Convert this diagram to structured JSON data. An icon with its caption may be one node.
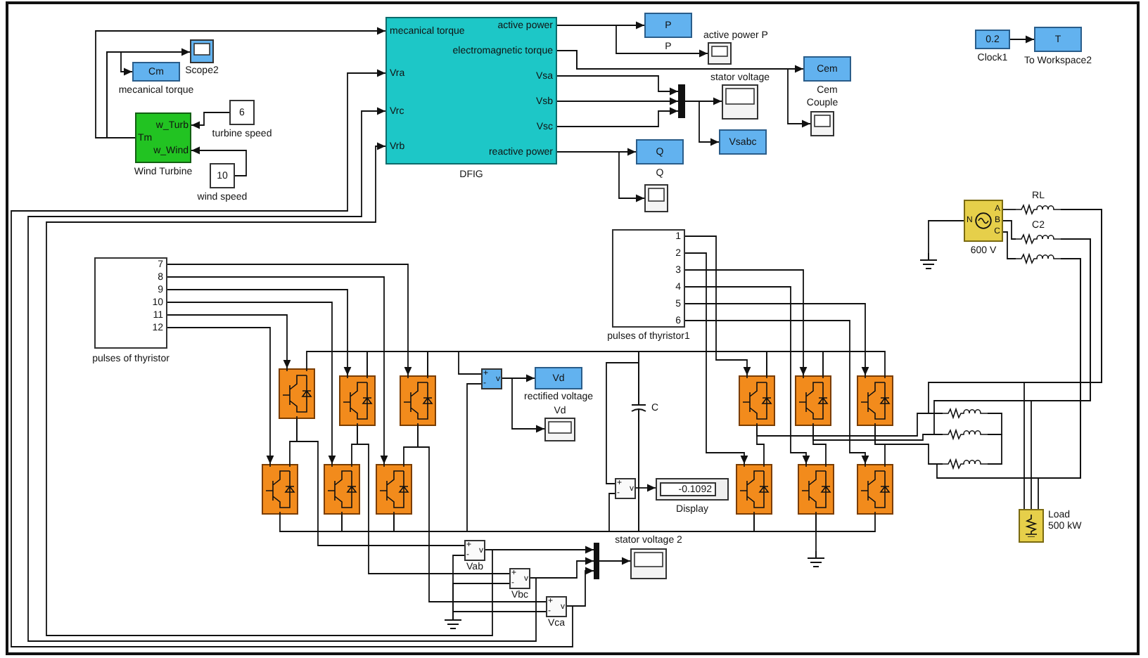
{
  "diagram": {
    "nodes": [
      {
        "text": [
          "Scope2"
        ]
      },
      {
        "text": [
          "Cm",
          "mecanical torque"
        ]
      },
      {
        "text": [
          "Tm",
          "w_Turb",
          "w_Wind",
          "Wind Turbine"
        ]
      },
      {
        "text": [
          "6",
          "turbine speed"
        ]
      },
      {
        "text": [
          "10",
          "wind speed"
        ]
      },
      {
        "text": [
          "mecanical torque",
          "Vra",
          "Vrc",
          "Vrb",
          "active power",
          "electromagnetic torque",
          "Vsa",
          "Vsb",
          "Vsc",
          "reactive power",
          "DFIG"
        ]
      },
      {
        "text": [
          "P",
          "P"
        ]
      },
      {
        "text": [
          "active power P"
        ]
      },
      {
        "text": [
          "Cem",
          "Cem"
        ]
      },
      {
        "text": [
          "Couple"
        ]
      },
      {
        "text": [],
        "shape": "bar"
      },
      {
        "text": [
          "stator voltage"
        ]
      },
      {
        "text": [
          "Vsabc"
        ]
      },
      {
        "text": [
          "Q",
          "Q"
        ]
      },
      {
        "text": [],
        "shape": "box"
      },
      {
        "text": [
          "0.2",
          "Clock1"
        ]
      },
      {
        "text": [
          "T",
          "To Workspace2"
        ]
      },
      {
        "text": [
          "7",
          "8",
          "9",
          "10",
          "11",
          "12",
          "pulses of thyristor"
        ]
      },
      {
        "text": [],
        "shape": "transistor"
      },
      {
        "text": [],
        "shape": "transistor"
      },
      {
        "text": [],
        "shape": "transistor"
      },
      {
        "text": [],
        "shape": "transistor"
      },
      {
        "text": [],
        "shape": "transistor"
      },
      {
        "text": [],
        "shape": "transistor"
      },
      {
        "text": [
          "+",
          "-",
          "v"
        ]
      },
      {
        "text": [
          "Vd",
          "rectified voltage"
        ]
      },
      {
        "text": [
          "Vd"
        ]
      },
      {
        "text": [
          "C"
        ]
      },
      {
        "text": [
          "+",
          "-",
          "v"
        ]
      },
      {
        "text": [
          "-0.1092",
          "Display"
        ]
      },
      {
        "text": [
          "1",
          "2",
          "3",
          "4",
          "5",
          "6",
          "pulses of thyristor1"
        ]
      },
      {
        "text": [],
        "shape": "transistor"
      },
      {
        "text": [],
        "shape": "transistor"
      },
      {
        "text": [],
        "shape": "transistor"
      },
      {
        "text": [],
        "shape": "transistor"
      },
      {
        "text": [],
        "shape": "transistor"
      },
      {
        "text": [],
        "shape": "transistor"
      },
      {
        "text": [],
        "shape": "ground"
      },
      {
        "text": [
          "A",
          "B",
          "C",
          "N",
          "600 V"
        ]
      },
      {
        "text": [],
        "shape": "ground"
      },
      {
        "text": [
          "RL"
        ]
      },
      {
        "text": [
          "C2"
        ]
      },
      {
        "text": [],
        "shape": "resistor"
      },
      {
        "text": [],
        "shape": "resistor"
      },
      {
        "text": [],
        "shape": "resistor"
      },
      {
        "text": [],
        "shape": "resistor"
      },
      {
        "text": [
          "Load 500 kW"
        ]
      },
      {
        "text": [
          "+",
          "-",
          "v",
          "Vab"
        ]
      },
      {
        "text": [
          "+",
          "-",
          "v",
          "Vbc"
        ]
      },
      {
        "text": [
          "+",
          "-",
          "v",
          "Vca"
        ]
      },
      {
        "text": [],
        "shape": "ground"
      },
      {
        "text": [],
        "shape": "bar"
      },
      {
        "text": [
          "stator voltage 2"
        ]
      }
    ],
    "edges": [
      {
        "from": 2,
        "to": 0,
        "arrow": "to"
      },
      {
        "from": 2,
        "to": 1,
        "arrow": "to"
      },
      {
        "from": 2,
        "to": 5,
        "arrow": "to"
      },
      {
        "from": 3,
        "to": 2,
        "arrow": "to"
      },
      {
        "from": 4,
        "to": 2,
        "arrow": "to"
      },
      {
        "from": 5,
        "to": 6,
        "arrow": "to"
      },
      {
        "from": 5,
        "to": 7,
        "arrow": "to"
      },
      {
        "from": 5,
        "to": 8,
        "arrow": "to"
      },
      {
        "from": 5,
        "to": 9,
        "arrow": "to"
      },
      {
        "from": 5,
        "to": 10,
        "arrow": "to"
      },
      {
        "from": 5,
        "to": 10,
        "arrow": "to"
      },
      {
        "from": 5,
        "to": 10,
        "arrow": "to"
      },
      {
        "from": 10,
        "to": 11,
        "arrow": "to"
      },
      {
        "from": 10,
        "to": 12,
        "arrow": "to"
      },
      {
        "from": 5,
        "to": 13,
        "arrow": "to"
      },
      {
        "from": 5,
        "to": 14,
        "arrow": "to"
      },
      {
        "from": 15,
        "to": 16,
        "arrow": "to"
      },
      {
        "from": 17,
        "to": 20,
        "arrow": "to"
      },
      {
        "from": 17,
        "to": 23,
        "arrow": "to"
      },
      {
        "from": 17,
        "to": 19,
        "arrow": "to"
      },
      {
        "from": 17,
        "to": 22,
        "arrow": "to"
      },
      {
        "from": 17,
        "to": 18,
        "arrow": "to"
      },
      {
        "from": 17,
        "to": 21,
        "arrow": "to"
      },
      {
        "from": 18,
        "to": 19,
        "arrow": "none"
      },
      {
        "from": 19,
        "to": 20,
        "arrow": "none"
      },
      {
        "from": 20,
        "to": 24,
        "arrow": "none"
      },
      {
        "from": 20,
        "to": 27,
        "arrow": "none"
      },
      {
        "from": 27,
        "to": 28,
        "arrow": "none"
      },
      {
        "from": 27,
        "to": 31,
        "arrow": "none"
      },
      {
        "from": 31,
        "to": 32,
        "arrow": "none"
      },
      {
        "from": 32,
        "to": 33,
        "arrow": "none"
      },
      {
        "from": 18,
        "to": 21,
        "arrow": "none"
      },
      {
        "from": 19,
        "to": 22,
        "arrow": "none"
      },
      {
        "from": 20,
        "to": 23,
        "arrow": "none"
      },
      {
        "from": 21,
        "to": 22,
        "arrow": "none"
      },
      {
        "from": 22,
        "to": 23,
        "arrow": "none"
      },
      {
        "from": 23,
        "to": 24,
        "arrow": "none"
      },
      {
        "from": 23,
        "to": 28,
        "arrow": "none"
      },
      {
        "from": 23,
        "to": 27,
        "arrow": "none"
      },
      {
        "from": 27,
        "to": 34,
        "arrow": "none"
      },
      {
        "from": 34,
        "to": 35,
        "arrow": "none"
      },
      {
        "from": 35,
        "to": 36,
        "arrow": "none"
      },
      {
        "from": 35,
        "to": 37,
        "arrow": "none"
      },
      {
        "from": 31,
        "to": 34,
        "arrow": "none"
      },
      {
        "from": 32,
        "to": 35,
        "arrow": "none"
      },
      {
        "from": 33,
        "to": 36,
        "arrow": "none"
      },
      {
        "from": 24,
        "to": 25,
        "arrow": "to"
      },
      {
        "from": 24,
        "to": 26,
        "arrow": "to"
      },
      {
        "from": 28,
        "to": 29,
        "arrow": "to"
      },
      {
        "from": 30,
        "to": 31,
        "arrow": "to"
      },
      {
        "from": 30,
        "to": 34,
        "arrow": "to"
      },
      {
        "from": 30,
        "to": 32,
        "arrow": "to"
      },
      {
        "from": 30,
        "to": 35,
        "arrow": "to"
      },
      {
        "from": 30,
        "to": 33,
        "arrow": "to"
      },
      {
        "from": 30,
        "to": 36,
        "arrow": "to"
      },
      {
        "from": 38,
        "to": 39,
        "arrow": "none"
      },
      {
        "from": 38,
        "to": 40,
        "arrow": "none"
      },
      {
        "from": 38,
        "to": 41,
        "arrow": "none"
      },
      {
        "from": 38,
        "to": 42,
        "arrow": "none"
      },
      {
        "from": 40,
        "to": 43,
        "arrow": "none"
      },
      {
        "from": 41,
        "to": 44,
        "arrow": "none"
      },
      {
        "from": 42,
        "to": 45,
        "arrow": "none"
      },
      {
        "from": 40,
        "to": 46,
        "arrow": "none"
      },
      {
        "from": 41,
        "to": 46,
        "arrow": "none"
      },
      {
        "from": 42,
        "to": 46,
        "arrow": "none"
      },
      {
        "from": 31,
        "to": 43,
        "arrow": "none"
      },
      {
        "from": 32,
        "to": 44,
        "arrow": "none"
      },
      {
        "from": 33,
        "to": 45,
        "arrow": "none"
      },
      {
        "from": 43,
        "to": 44,
        "arrow": "none"
      },
      {
        "from": 44,
        "to": 45,
        "arrow": "none"
      },
      {
        "from": 18,
        "to": 47,
        "arrow": "none"
      },
      {
        "from": 19,
        "to": 48,
        "arrow": "none"
      },
      {
        "from": 20,
        "to": 49,
        "arrow": "none"
      },
      {
        "from": 47,
        "to": 50,
        "arrow": "none"
      },
      {
        "from": 48,
        "to": 50,
        "arrow": "none"
      },
      {
        "from": 49,
        "to": 50,
        "arrow": "none"
      },
      {
        "from": 47,
        "to": 51,
        "arrow": "to"
      },
      {
        "from": 48,
        "to": 51,
        "arrow": "to"
      },
      {
        "from": 49,
        "to": 51,
        "arrow": "to"
      },
      {
        "from": 51,
        "to": 52,
        "arrow": "to"
      },
      {
        "from": 49,
        "to": 5,
        "arrow": "to"
      },
      {
        "from": 48,
        "to": 5,
        "arrow": "to"
      },
      {
        "from": 47,
        "to": 5,
        "arrow": "to"
      }
    ]
  }
}
